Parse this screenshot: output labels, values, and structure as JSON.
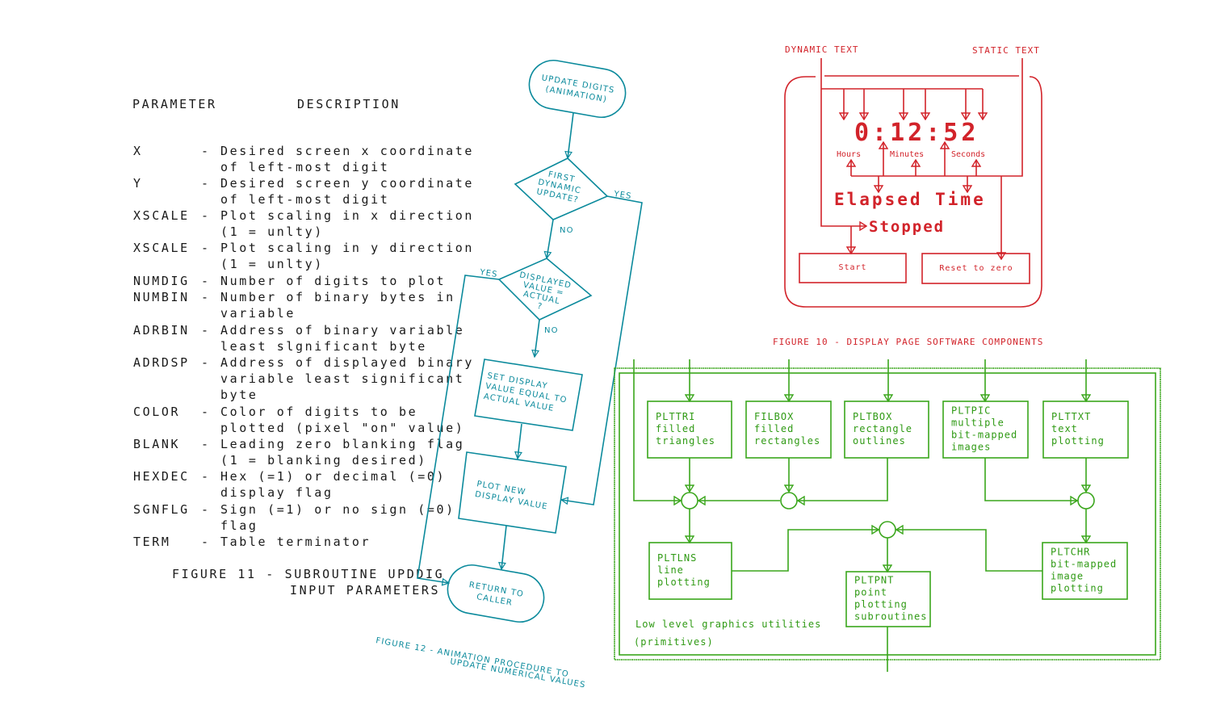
{
  "figure11": {
    "header_parameter": "PARAMETER",
    "header_description": "DESCRIPTION",
    "rows": [
      {
        "param": "X",
        "dash": "-",
        "lines": [
          "Desired screen x coordinate",
          "of left-most digit"
        ]
      },
      {
        "param": "Y",
        "dash": "-",
        "lines": [
          "Desired screen y coordinate",
          "of left-most digit"
        ]
      },
      {
        "param": "XSCALE",
        "dash": "-",
        "lines": [
          "Plot scaling in x direction",
          "(1 = unlty)"
        ]
      },
      {
        "param": "XSCALE",
        "dash": "-",
        "lines": [
          "Plot scaling in y direction",
          "(1 = unlty)"
        ]
      },
      {
        "param": "NUMDIG",
        "dash": "-",
        "lines": [
          "Number of digits to plot"
        ]
      },
      {
        "param": "NUMBIN",
        "dash": "-",
        "lines": [
          "Number of binary bytes in",
          "variable"
        ]
      },
      {
        "param": "ADRBIN",
        "dash": "-",
        "lines": [
          "Address of binary variable",
          "least slgnificant byte"
        ]
      },
      {
        "param": "ADRDSP",
        "dash": "-",
        "lines": [
          "Address of displayed binary",
          "variable least significant",
          "byte"
        ]
      },
      {
        "param": "COLOR",
        "dash": "-",
        "lines": [
          "Color of digits to be",
          "plotted (pixel \"on\" value)"
        ]
      },
      {
        "param": "BLANK",
        "dash": "-",
        "lines": [
          "Leading zero blanking flag",
          "(1 = blanking desired)"
        ]
      },
      {
        "param": "HEXDEC",
        "dash": "-",
        "lines": [
          "Hex (=1) or decimal (=0)",
          "display flag"
        ]
      },
      {
        "param": "SGNFLG",
        "dash": "-",
        "lines": [
          "Sign (=1) or no sign (=0)",
          "flag"
        ]
      },
      {
        "param": "TERM",
        "dash": "-",
        "lines": [
          "Table terminator"
        ]
      }
    ],
    "caption_line1": "FIGURE 11 - SUBROUTINE UPDDIG",
    "caption_line2": "INPUT PARAMETERS"
  },
  "figure12": {
    "color": "#0b8a9c",
    "start": [
      "UPDATE DIGITS",
      "(ANIMATION)"
    ],
    "decision1": [
      "FIRST",
      "DYNAMIC",
      "UPDATE?"
    ],
    "decision1_yes": "YES",
    "decision1_no": "NO",
    "decision2": [
      "DISPLAYED",
      "VALUE =",
      "ACTUAL",
      "?"
    ],
    "decision2_yes": "YES",
    "decision2_no": "NO",
    "process1": [
      "SET DISPLAY",
      "VALUE EQUAL TO",
      "ACTUAL VALUE"
    ],
    "process2": [
      "PLOT NEW",
      "DISPLAY VALUE"
    ],
    "end": [
      "RETURN TO",
      "CALLER"
    ],
    "caption_line1": "FIGURE 12 - ANIMATION PROCEDURE TO",
    "caption_line2": "UPDATE NUMERICAL VALUES"
  },
  "figure10": {
    "color": "#d2232a",
    "dynamic_label": "DYNAMIC TEXT",
    "static_label": "STATIC TEXT",
    "time": "0:12:52",
    "hours": "Hours",
    "minutes": "Minutes",
    "seconds": "Seconds",
    "elapsed": "Elapsed Time",
    "status": "Stopped",
    "start_button": "Start",
    "reset_button": "Reset to zero",
    "caption": "FIGURE 10 - DISPLAY PAGE SOFTWARE COMPONENTS"
  },
  "primitives": {
    "color": "#3aa61c",
    "boxes": {
      "plttri": [
        "PLTTRI",
        "filled",
        "triangles"
      ],
      "filbox": [
        "FILBOX",
        "filled",
        "rectangles"
      ],
      "pltbox": [
        "PLTBOX",
        "rectangle",
        "outlines"
      ],
      "pltpic": [
        "PLTPIC",
        "multiple",
        "bit-mapped",
        "images"
      ],
      "plttxt": [
        "PLTTXT",
        "text",
        "plotting"
      ],
      "pltlns": [
        "PLTLNS",
        "line",
        "plotting"
      ],
      "pltpnt": [
        "PLTPNT",
        "point",
        "plotting",
        "subroutines"
      ],
      "pltchr": [
        "PLTCHR",
        "bit-mapped",
        "image",
        "plotting"
      ]
    },
    "label_line1": "Low level graphics utilities",
    "label_line2": "(primitives)"
  }
}
